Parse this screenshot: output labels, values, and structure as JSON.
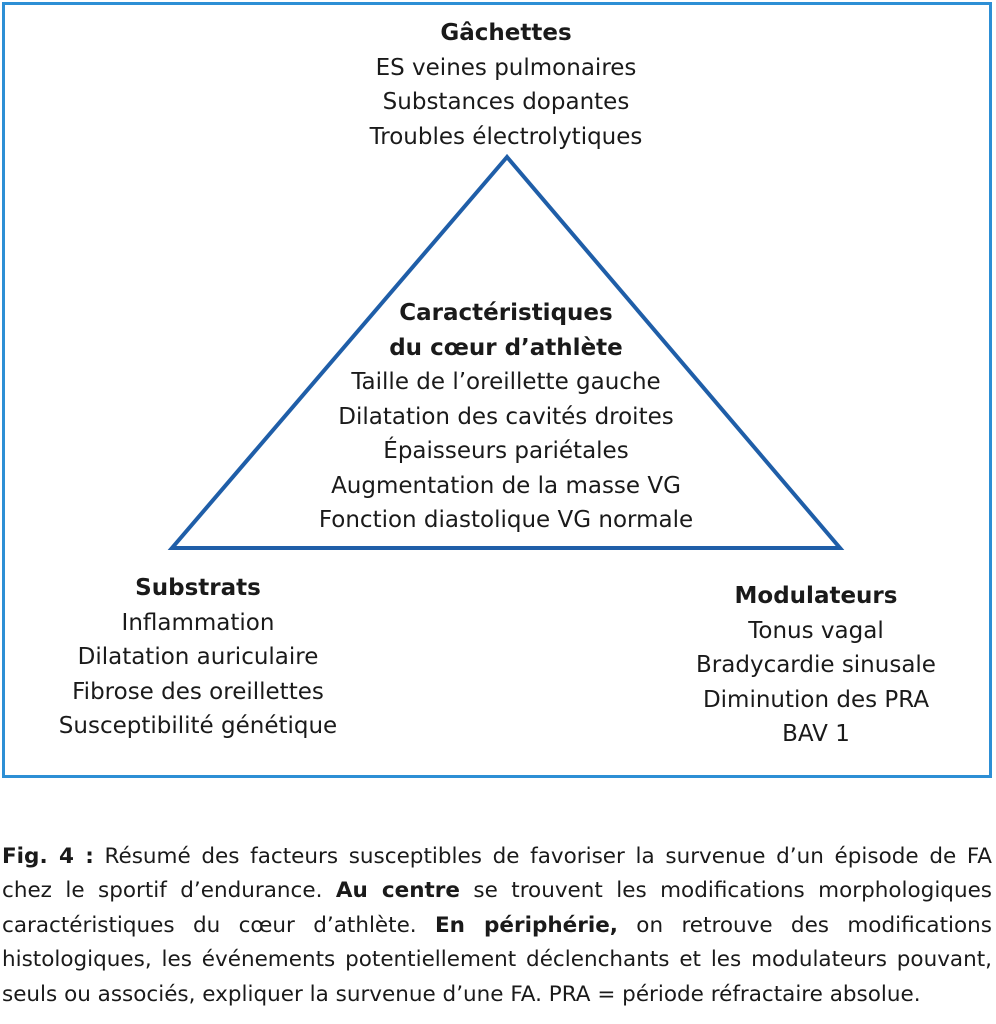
{
  "diagram": {
    "colors": {
      "frame": "#2d8fd5",
      "triangle": "#1f5ea8"
    },
    "top": {
      "title": "Gâchettes",
      "items": [
        "ES veines pulmonaires",
        "Substances dopantes",
        "Troubles électrolytiques"
      ]
    },
    "center": {
      "title_line1": "Caractéristiques",
      "title_line2": "du cœur d’athlète",
      "items": [
        "Taille de l’oreillette gauche",
        "Dilatation des cavités droites",
        "Épaisseurs pariétales",
        "Augmentation de la masse VG",
        "Fonction diastolique VG normale"
      ]
    },
    "left": {
      "title": "Substrats",
      "items": [
        "Inflammation",
        "Dilatation auriculaire",
        "Fibrose des oreillettes",
        "Susceptibilité génétique"
      ]
    },
    "right": {
      "title": "Modulateurs",
      "items": [
        "Tonus vagal",
        "Bradycardie sinusale",
        "Diminution des PRA",
        "BAV 1"
      ]
    }
  },
  "caption": {
    "label": "Fig. 4 :",
    "part1": " Résumé des facteurs susceptibles de favoriser la survenue d’un épisode de FA chez le sportif d’endurance. ",
    "bold1": "Au centre",
    "part2": " se trouvent les modifications morphologiques caractéristiques du cœur d’athlète. ",
    "bold2": "En périphérie,",
    "part3": " on retrouve des modifications histologiques, les événements potentiellement déclenchants et les modulateurs pouvant, seuls ou associés, expliquer la survenue d’une FA. PRA = période réfractaire absolue."
  }
}
